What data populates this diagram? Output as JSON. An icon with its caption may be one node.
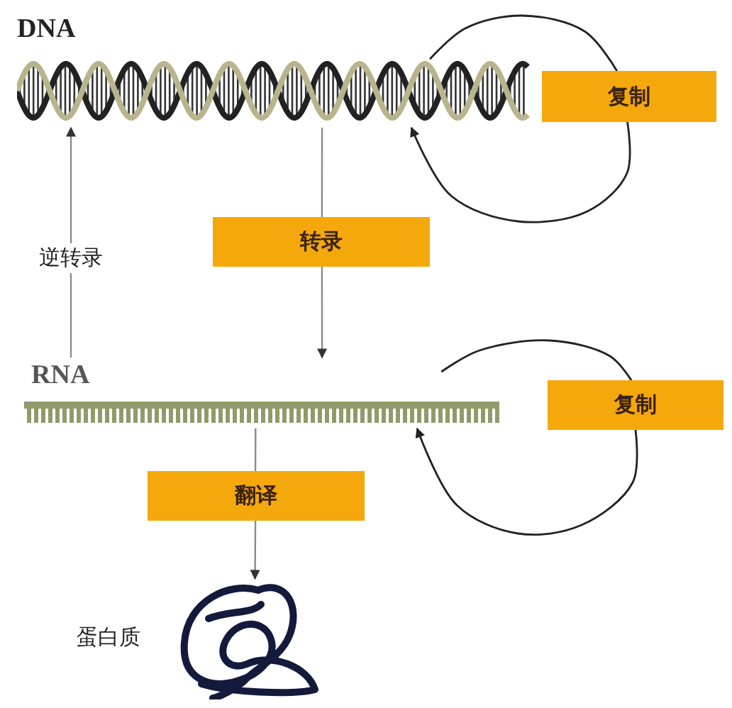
{
  "diagram": {
    "nodes": [
      {
        "text": [
          "DNA"
        ]
      },
      {
        "text": [
          "复制"
        ]
      },
      {
        "text": [
          "转录"
        ]
      },
      {
        "text": [
          "RNA"
        ]
      },
      {
        "text": [
          "复制"
        ]
      },
      {
        "text": [
          "翻译"
        ]
      },
      {
        "text": [],
        "shape": "picture",
        "beside": [
          "蛋白质"
        ]
      }
    ],
    "edges": [
      {
        "from": 0,
        "to": 1,
        "arrow": "none",
        "color": "#222222"
      },
      {
        "from": 1,
        "to": 0,
        "arrow": "to",
        "color": "#222222"
      },
      {
        "from": 0,
        "to": 2,
        "arrow": "none"
      },
      {
        "from": 2,
        "to": 3,
        "arrow": "to"
      },
      {
        "from": 3,
        "to": 0,
        "arrow": "to",
        "label": "逆转录"
      },
      {
        "from": 3,
        "to": 4,
        "arrow": "none",
        "color": "#222222"
      },
      {
        "from": 4,
        "to": 3,
        "arrow": "to",
        "color": "#222222"
      },
      {
        "from": 3,
        "to": 5,
        "arrow": "none"
      },
      {
        "from": 5,
        "to": 6,
        "arrow": "to"
      }
    ]
  }
}
